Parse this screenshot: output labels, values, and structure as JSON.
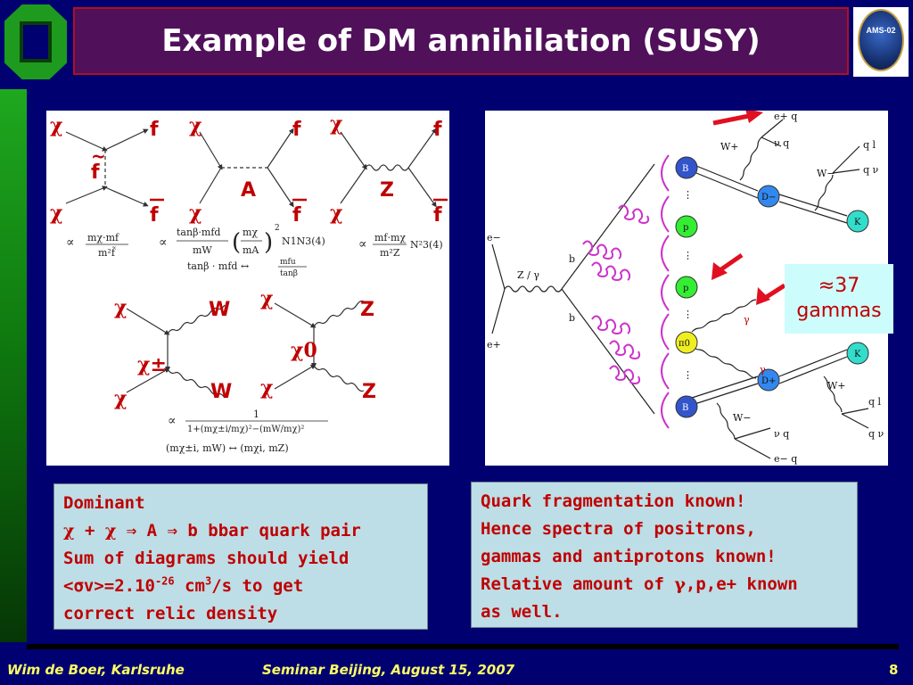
{
  "slide": {
    "title": "Example of DM annihilation (SUSY)",
    "badge_label": "AMS-02"
  },
  "diagrams": {
    "chi": "χ",
    "f": "f",
    "fbar": "f",
    "ftilde": "f",
    "A": "A",
    "Z": "Z",
    "W": "W",
    "chi_pm": "χ±",
    "chi_0": "χ0",
    "formula_prop1": "∝",
    "formula_prop2": "∝",
    "formula_prop3": "∝",
    "formula_prop4": "∝",
    "f1_num": "mχ·mf",
    "f1_den": "m²f̃",
    "f2_num": "tanβ·mfd",
    "f2_den": "mW",
    "f2_paren_num": "mχ",
    "f2_paren_den": "mA",
    "f2_exp": "2",
    "f2_tail": "N1N3(4)",
    "f2_sub": "tanβ · mfd ↔",
    "f2_sub_num": "mfu",
    "f2_sub_den": "tanβ",
    "f3_num": "mf·mχ",
    "f3_den": "m²Z",
    "f3_tail": "N²3(4)",
    "f4_num": "1",
    "f4_den": "1+(mχ±i/mχ)²−(mW/mχ)²",
    "f4_sub": "(mχ±i, mW) ↔ (mχi, mZ)"
  },
  "event": {
    "labels": {
      "e_minus": "e−",
      "e_plus": "e+",
      "z_gamma": "Z / γ",
      "b": "b",
      "bbar": "b",
      "B": "B",
      "Bbar": "B",
      "D_minus": "D−",
      "D_plus": "D+",
      "K": "K",
      "Kbar": "K",
      "p": "p",
      "pbar": "p",
      "pi0": "π0",
      "W_plus_top": "W+",
      "W_minus_top": "W−",
      "W_plus_bot": "W+",
      "W_minus_bot": "W−",
      "gamma1": "γ",
      "gamma2": "γ",
      "ep_q": "e+  q",
      "nu_qbar": "ν  q",
      "q_l": "q  l",
      "qbar_nu": "q  ν",
      "q_nu_bot": "q  ν",
      "nubar_q": "ν  q",
      "e_minus_qbar": "e−  q",
      "q_l_bot": "q  l",
      "dots": "⋮"
    }
  },
  "callout": {
    "line1": "≈37",
    "line2": "gammas"
  },
  "box_left": {
    "line1": "Dominant",
    "line2_a": "χ",
    "line2_b": " + ",
    "line2_c": "χ",
    "line2_d": " ⇒ A ⇒ b bbar quark pair",
    "line3": "Sum of diagrams should yield",
    "line4_a": "<σv>=2.10",
    "line4_exp": "-26",
    "line4_b": " cm",
    "line4_exp2": "3",
    "line4_c": "/s to get",
    "line5": "correct relic density"
  },
  "box_right": {
    "line1": "Quark fragmentation known!",
    "line2": "Hence spectra of positrons,",
    "line3": "gammas and antiprotons known!",
    "line4_a": "Relative amount of ",
    "line4_b": "γ",
    "line4_c": ",p,e+ known",
    "line5": "as well."
  },
  "footer": {
    "author": "Wim de Boer, Karlsruhe",
    "seminar": "Seminar Beijing, August 15, 2007",
    "page": "8"
  },
  "colors": {
    "background": "#000070",
    "title_bar": "#50105a",
    "title_border": "#b01020",
    "text_red": "#c00000",
    "box_bg": "#bddee6",
    "footer_text": "#ffff66",
    "left_bar": "#1fa81f"
  }
}
